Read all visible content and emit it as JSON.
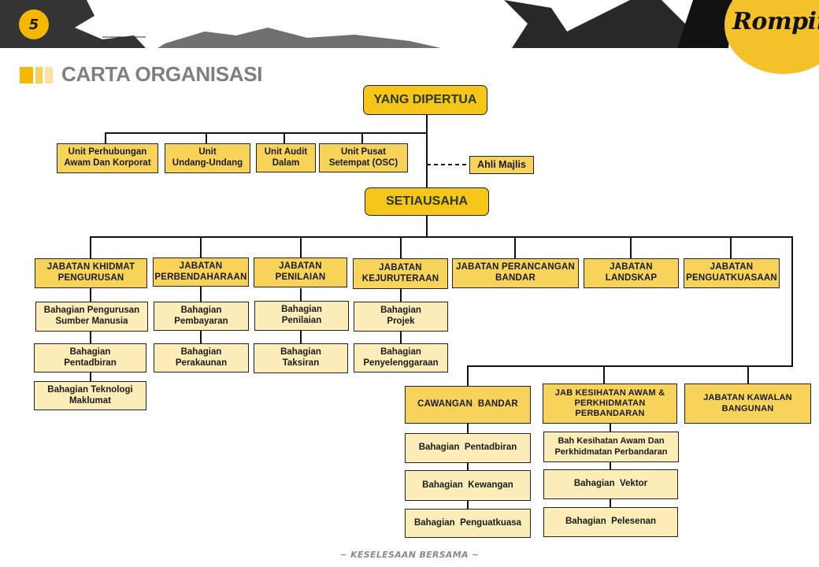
{
  "header": {
    "slide_number": "5",
    "logo_text": "Rompin",
    "title": "CARTA ORGANISASI",
    "colors": {
      "accent": "#f5b800",
      "accent_light": "#f8cf5c",
      "accent_pale": "#fbe2a0",
      "title_gray": "#7f7f7f"
    }
  },
  "chart": {
    "top": {
      "label": "YANG DIPERTUA"
    },
    "units": [
      {
        "label": "Unit Perhubungan\nAwam  Dan Korporat"
      },
      {
        "label": "Unit\nUndang-Undang"
      },
      {
        "label": "Unit Audit\nDalam"
      },
      {
        "label": "Unit Pusat\nSetempat (OSC)"
      }
    ],
    "advisor": {
      "label": "Ahli Majlis",
      "link_style": "dashed"
    },
    "secretary": {
      "label": "SETIAUSAHA"
    },
    "departments": [
      {
        "label": "JABATAN KHIDMAT\nPENGURUSAN",
        "subs": [
          "Bahagian Pengurusan\nSumber Manusia",
          "Bahagian\nPentadbiran",
          "Bahagian Teknologi\nMaklumat"
        ]
      },
      {
        "label": "JABATAN\nPERBENDAHARAAN",
        "subs": [
          "Bahagian\nPembayaran",
          "Bahagian\nPerakaunan"
        ]
      },
      {
        "label": "JABATAN\nPENILAIAN",
        "subs": [
          "Bahagian\nPenilaian",
          "Bahagian\nTaksiran"
        ]
      },
      {
        "label": "JABATAN\nKEJURUTERAAN",
        "subs": [
          "Bahagian\nProjek",
          "Bahagian\nPenyelenggaraan"
        ]
      },
      {
        "label": "JABATAN PERANCANGAN\nBANDAR",
        "subs": []
      },
      {
        "label": "JABATAN\nLANDSKAP",
        "subs": []
      },
      {
        "label": "JABATAN\nPENGUATKUASAAN",
        "subs": []
      }
    ],
    "lower_departments": [
      {
        "label": "CAWANGAN  BANDAR",
        "subs": [
          "Bahagian  Pentadbiran",
          "Bahagian  Kewangan",
          "Bahagian  Penguatkuasa"
        ]
      },
      {
        "label": "JAB KESIHATAN AWAM &\nPERKHIDMATAN\nPERBANDARAN",
        "subs": [
          "Bah Kesihatan  Awam  Dan\nPerkhidmatan Perbandaran",
          "Bahagian  Vektor",
          "Bahagian  Pelesenan"
        ]
      },
      {
        "label": "JABATAN KAWALAN\nBANGUNAN",
        "subs": []
      }
    ]
  },
  "footer": {
    "tagline": "~ KESELESAAN BERSAMA ~"
  }
}
